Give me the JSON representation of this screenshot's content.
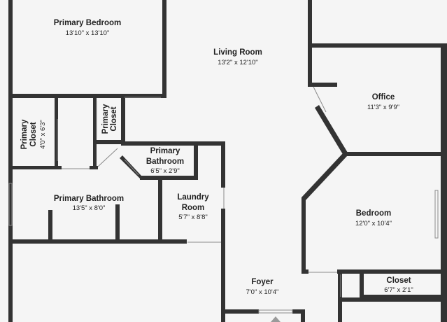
{
  "floor_plan": {
    "rooms": [
      {
        "id": "primary-bedroom",
        "name": "Primary Bedroom",
        "dims": "13'10\" x 13'10\""
      },
      {
        "id": "living-room",
        "name": "Living Room",
        "dims": "13'2\" x 12'10\""
      },
      {
        "id": "office",
        "name": "Office",
        "dims": "11'3\" x 9'9\""
      },
      {
        "id": "primary-closet-left",
        "name_line1": "Primary",
        "name_line2": "Closet",
        "dims": "4'0\" x 6'3\""
      },
      {
        "id": "primary-closet-small",
        "name_line1": "Primary",
        "name_line2": "Closet"
      },
      {
        "id": "primary-bathroom-small",
        "name_line1": "Primary",
        "name_line2": "Bathroom",
        "dims": "6'5\" x 2'9\""
      },
      {
        "id": "primary-bathroom",
        "name": "Primary Bathroom",
        "dims": "13'5\" x 8'0\""
      },
      {
        "id": "laundry-room",
        "name_line1": "Laundry",
        "name_line2": "Room",
        "dims": "5'7\" x 8'8\""
      },
      {
        "id": "bedroom",
        "name": "Bedroom",
        "dims": "12'0\" x 10'4\""
      },
      {
        "id": "foyer",
        "name": "Foyer",
        "dims": "7'0\" x 10'4\""
      },
      {
        "id": "closet",
        "name": "Closet",
        "dims": "6'7\" x 2'1\""
      }
    ],
    "colors": {
      "background": "#f5f5f5",
      "wall": "#333333",
      "text": "#222222",
      "door": "#8a8a8a"
    }
  }
}
